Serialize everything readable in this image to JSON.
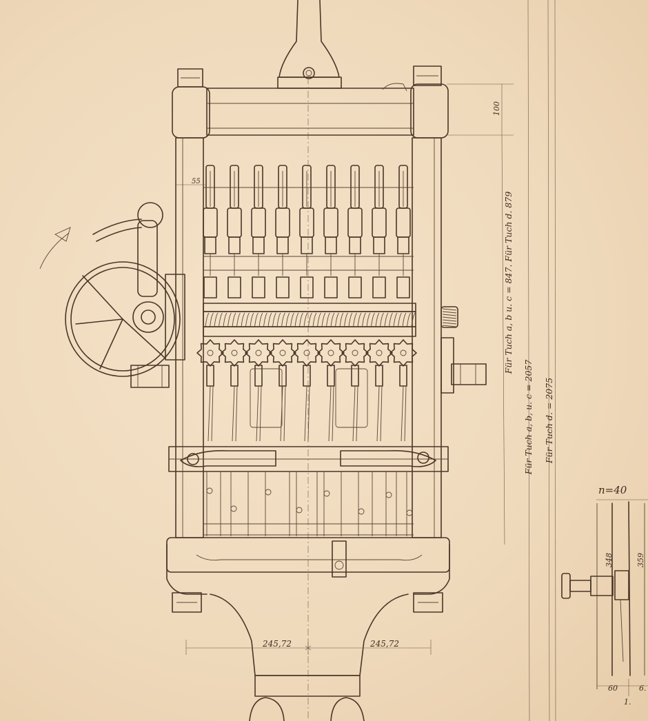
{
  "dimensions": {
    "top_height": "100",
    "offset": "55",
    "height_847_879": "Für Tuch a, b u. c = 847.  Für Tuch d. 879",
    "height_2057": "Für Tuch a, b, u. c = 2057",
    "height_2075": "Für Tuch d. = 2075",
    "left_half_width": "245,72",
    "right_half_width": "245,72",
    "side_label": "n=40",
    "side_height_348": "348",
    "side_height_359": "359",
    "side_width_60": "60",
    "side_width_partial": "6.",
    "side_note": "1."
  },
  "colors": {
    "paper": "#f1dcc0",
    "ink": "#4a3628"
  }
}
